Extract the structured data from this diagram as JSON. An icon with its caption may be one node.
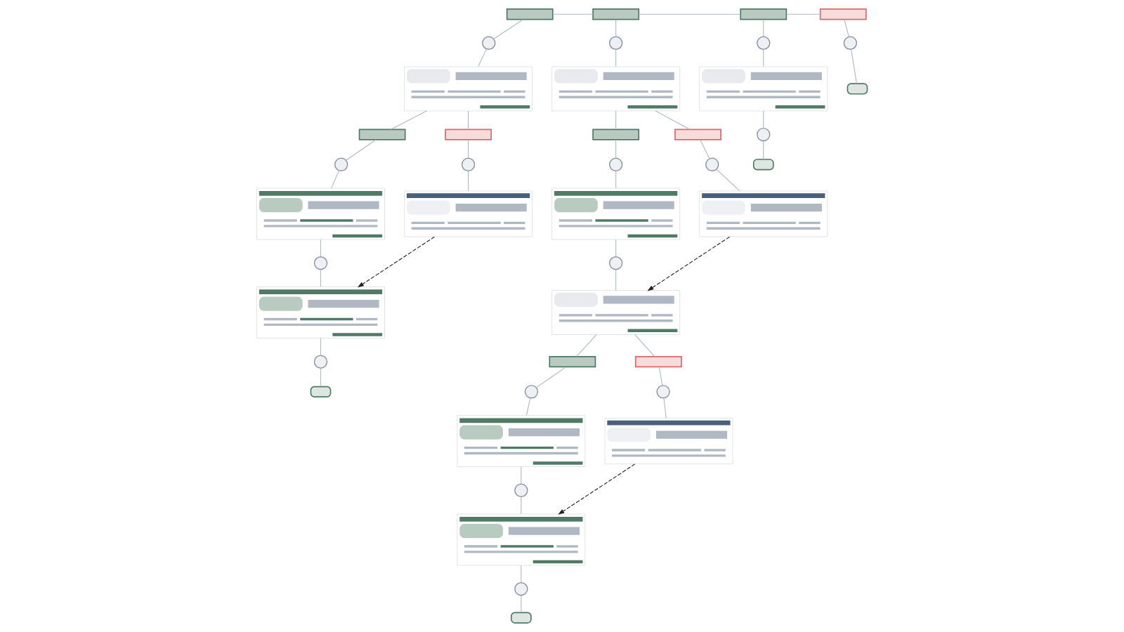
{
  "diagram": {
    "nodes": [
      {
        "text": [],
        "shape": "bar"
      },
      {
        "text": [],
        "shape": "circle"
      },
      {
        "text": [],
        "shape": "box"
      },
      {
        "text": [],
        "shape": "bar"
      },
      {
        "text": [],
        "shape": "bar"
      },
      {
        "text": [],
        "shape": "circle"
      },
      {
        "text": [],
        "shape": "circle"
      },
      {
        "text": [],
        "shape": "box"
      },
      {
        "text": [],
        "shape": "box"
      },
      {
        "text": [],
        "shape": "circle"
      },
      {
        "text": [],
        "shape": "box"
      },
      {
        "text": [],
        "shape": "circle"
      },
      {
        "text": [],
        "shape": "pill"
      },
      {
        "text": [],
        "shape": "bar"
      },
      {
        "text": [],
        "shape": "circle"
      },
      {
        "text": [],
        "shape": "box"
      },
      {
        "text": [],
        "shape": "bar"
      },
      {
        "text": [],
        "shape": "bar"
      },
      {
        "text": [],
        "shape": "circle"
      },
      {
        "text": [],
        "shape": "circle"
      },
      {
        "text": [],
        "shape": "box"
      },
      {
        "text": [],
        "shape": "box"
      },
      {
        "text": [],
        "shape": "circle"
      },
      {
        "text": [],
        "shape": "box"
      },
      {
        "text": [],
        "shape": "bar"
      },
      {
        "text": [],
        "shape": "bar"
      },
      {
        "text": [],
        "shape": "circle"
      },
      {
        "text": [],
        "shape": "circle"
      },
      {
        "text": [],
        "shape": "box"
      },
      {
        "text": [],
        "shape": "box"
      },
      {
        "text": [],
        "shape": "circle"
      },
      {
        "text": [],
        "shape": "box"
      },
      {
        "text": [],
        "shape": "circle"
      },
      {
        "text": [],
        "shape": "pill"
      },
      {
        "text": [],
        "shape": "bar"
      },
      {
        "text": [],
        "shape": "circle"
      },
      {
        "text": [],
        "shape": "box"
      },
      {
        "text": [],
        "shape": "circle"
      },
      {
        "text": [],
        "shape": "pill"
      },
      {
        "text": [],
        "shape": "bar"
      },
      {
        "text": [],
        "shape": "circle"
      },
      {
        "text": [],
        "shape": "pill"
      }
    ],
    "edges": [
      {
        "from": 0,
        "to": 13,
        "arrow": "none"
      },
      {
        "from": 13,
        "to": 34,
        "arrow": "none"
      },
      {
        "from": 34,
        "to": 39,
        "arrow": "none"
      },
      {
        "from": 0,
        "to": 1,
        "arrow": "none"
      },
      {
        "from": 1,
        "to": 2,
        "arrow": "none"
      },
      {
        "from": 2,
        "to": 3,
        "arrow": "none"
      },
      {
        "from": 2,
        "to": 4,
        "arrow": "none"
      },
      {
        "from": 3,
        "to": 5,
        "arrow": "none"
      },
      {
        "from": 4,
        "to": 6,
        "arrow": "none"
      },
      {
        "from": 5,
        "to": 7,
        "arrow": "none"
      },
      {
        "from": 6,
        "to": 8,
        "arrow": "none"
      },
      {
        "from": 7,
        "to": 9,
        "arrow": "none"
      },
      {
        "from": 9,
        "to": 10,
        "arrow": "none"
      },
      {
        "from": 8,
        "to": 10,
        "arrow": "to",
        "style": "dashed",
        "color": "#222222"
      },
      {
        "from": 10,
        "to": 11,
        "arrow": "none"
      },
      {
        "from": 11,
        "to": 12,
        "arrow": "none"
      },
      {
        "from": 13,
        "to": 14,
        "arrow": "none"
      },
      {
        "from": 14,
        "to": 15,
        "arrow": "none"
      },
      {
        "from": 15,
        "to": 16,
        "arrow": "none"
      },
      {
        "from": 15,
        "to": 17,
        "arrow": "none"
      },
      {
        "from": 16,
        "to": 18,
        "arrow": "none"
      },
      {
        "from": 17,
        "to": 19,
        "arrow": "none"
      },
      {
        "from": 18,
        "to": 20,
        "arrow": "none"
      },
      {
        "from": 19,
        "to": 21,
        "arrow": "none"
      },
      {
        "from": 20,
        "to": 22,
        "arrow": "none"
      },
      {
        "from": 22,
        "to": 23,
        "arrow": "none"
      },
      {
        "from": 21,
        "to": 23,
        "arrow": "to",
        "style": "dashed",
        "color": "#222222"
      },
      {
        "from": 23,
        "to": 24,
        "arrow": "none"
      },
      {
        "from": 23,
        "to": 25,
        "arrow": "none"
      },
      {
        "from": 24,
        "to": 26,
        "arrow": "none"
      },
      {
        "from": 25,
        "to": 27,
        "arrow": "none"
      },
      {
        "from": 26,
        "to": 28,
        "arrow": "none"
      },
      {
        "from": 27,
        "to": 29,
        "arrow": "none"
      },
      {
        "from": 28,
        "to": 30,
        "arrow": "none"
      },
      {
        "from": 30,
        "to": 31,
        "arrow": "none"
      },
      {
        "from": 29,
        "to": 31,
        "arrow": "to",
        "style": "dashed",
        "color": "#222222"
      },
      {
        "from": 31,
        "to": 32,
        "arrow": "none"
      },
      {
        "from": 32,
        "to": 33,
        "arrow": "none"
      },
      {
        "from": 34,
        "to": 35,
        "arrow": "none"
      },
      {
        "from": 35,
        "to": 36,
        "arrow": "none"
      },
      {
        "from": 36,
        "to": 37,
        "arrow": "none"
      },
      {
        "from": 37,
        "to": 38,
        "arrow": "none"
      },
      {
        "from": 39,
        "to": 40,
        "arrow": "none"
      },
      {
        "from": 40,
        "to": 41,
        "arrow": "none"
      }
    ]
  }
}
